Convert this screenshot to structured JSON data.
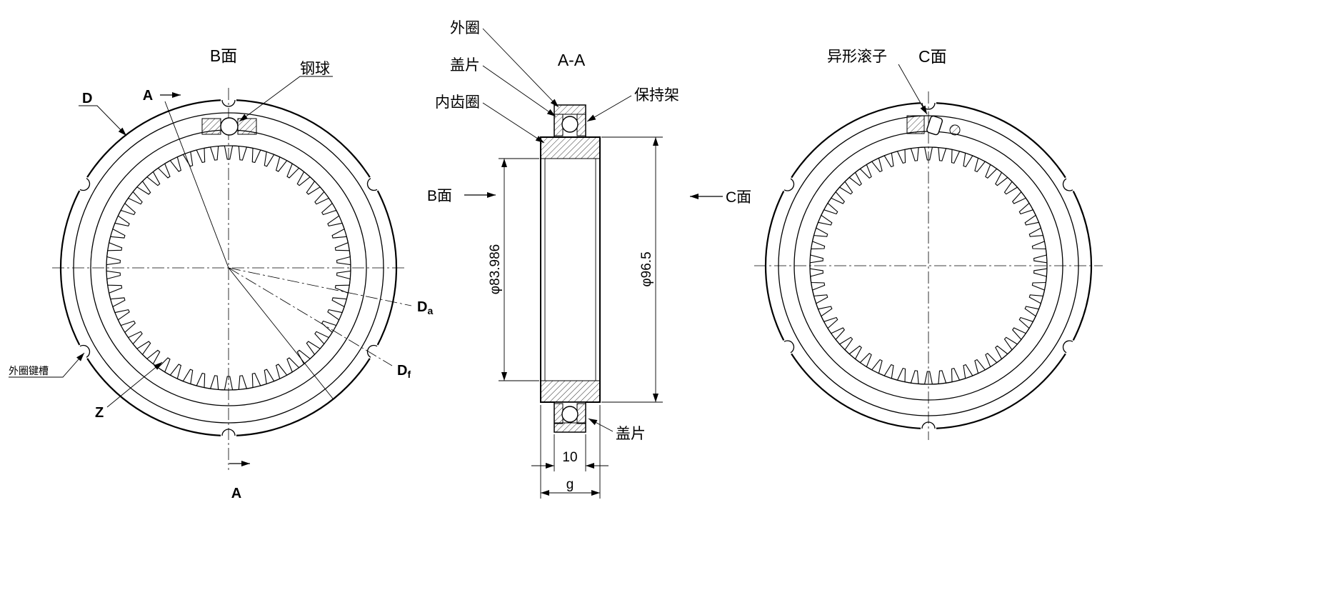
{
  "views": {
    "left": {
      "title": "B面",
      "labels": {
        "steel_ball": "钢球",
        "dim_d": "D",
        "section_letter_top": "A",
        "section_letter_bottom": "A",
        "dim_da": {
          "main": "D",
          "sub": "a"
        },
        "dim_df": {
          "main": "D",
          "sub": "f"
        },
        "tooth_count": "Z",
        "keyway": "外圈键槽"
      }
    },
    "section": {
      "title": "A-A",
      "labels": {
        "outer_ring": "外圈",
        "cover_plate_top": "盖片",
        "internal_gear_ring": "内齿圈",
        "cage": "保持架",
        "face_b": "B面",
        "face_c": "C面",
        "cover_plate_bottom": "盖片"
      },
      "dimensions": {
        "bore_dia": "φ83.986",
        "outer_dia": "φ96.5",
        "bearing_width": "10",
        "total_width": "g"
      }
    },
    "right": {
      "title": "C面",
      "labels": {
        "profiled_roller": "异形滚子"
      }
    }
  }
}
